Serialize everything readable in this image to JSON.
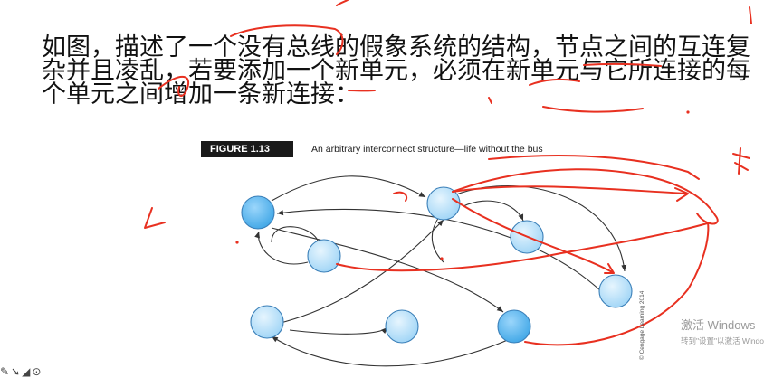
{
  "slide": {
    "lines": [
      "如图，描述了一个没有总线的假象系统的结构，节点之间的互连复",
      "杂并且凌乱，若要添加一个新单元，必须在新单元与它所连接的每",
      "个单元之间增加一条新连接："
    ]
  },
  "figure": {
    "label": "FIGURE 1.13",
    "caption": "An arbitrary interconnect structure—life without the bus",
    "credit": "© Cengage Learning 2014"
  },
  "watermark": {
    "title": "激活 Windows",
    "subtitle": "转到\"设置\"以激活 Windows。"
  },
  "colors": {
    "node_fill": "#bfe3fa",
    "node_fill_dark": "#5ab8f0",
    "node_stroke": "#3a7fb8",
    "arrow": "#333333",
    "annotation": "#e83020"
  }
}
